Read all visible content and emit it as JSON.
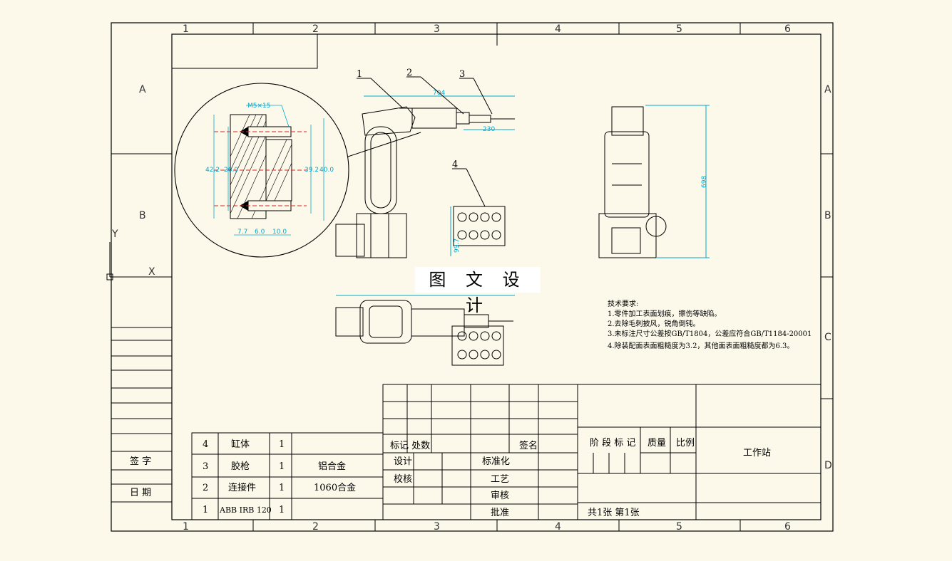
{
  "colors": {
    "background": "#fcf9ea",
    "line": "#000000",
    "dimension": "#00aacc",
    "centerline": "#dd2222"
  },
  "zones": {
    "columns": [
      "1",
      "2",
      "3",
      "4",
      "5",
      "6"
    ],
    "rows": [
      "A",
      "B",
      "C",
      "D"
    ]
  },
  "ucs": {
    "y": "Y",
    "x": "X"
  },
  "watermark": "图 文 设 计",
  "callouts": [
    "1",
    "2",
    "3",
    "4"
  ],
  "detail_view": {
    "thread": "M5×15",
    "dims": [
      "42.2",
      "26.0",
      "39.2",
      "40.0",
      "7.7",
      "6.0",
      "10.0"
    ]
  },
  "view_dims": {
    "width": "704",
    "tool": "230",
    "height": "698",
    "part": "99.7"
  },
  "notes": {
    "title": "技术要求:",
    "items": [
      "1.零件加工表面划痕，擦伤等缺陷。",
      "2.去除毛刺披风，锐角倒钝。",
      "3.未标注尺寸公差按GB/T1804，公差应符合GB/T1184-20001",
      "4.除装配面表面粗糙度为3.2，其他面表面粗糙度都为6.3。"
    ]
  },
  "signature_block": {
    "sign": "签  字",
    "date": "日  期"
  },
  "bom": [
    {
      "no": "4",
      "name": "缸体",
      "qty": "1",
      "material": ""
    },
    {
      "no": "3",
      "name": "胶枪",
      "qty": "1",
      "material": "铝合金"
    },
    {
      "no": "2",
      "name": "连接件",
      "qty": "1",
      "material": "1060合金"
    },
    {
      "no": "1",
      "name": "ABB IRB 120",
      "qty": "1",
      "material": ""
    }
  ],
  "title_block": {
    "mark_count": "标记 处数",
    "signature": "签名",
    "design": "设计",
    "standardize": "标准化",
    "check": "校核",
    "process": "工艺",
    "review": "审核",
    "approve": "批准",
    "stage_mark": "阶 段 标 记",
    "mass": "质量",
    "scale": "比例",
    "sheets": "共1张    第1张",
    "drawing_name": "工作站"
  }
}
